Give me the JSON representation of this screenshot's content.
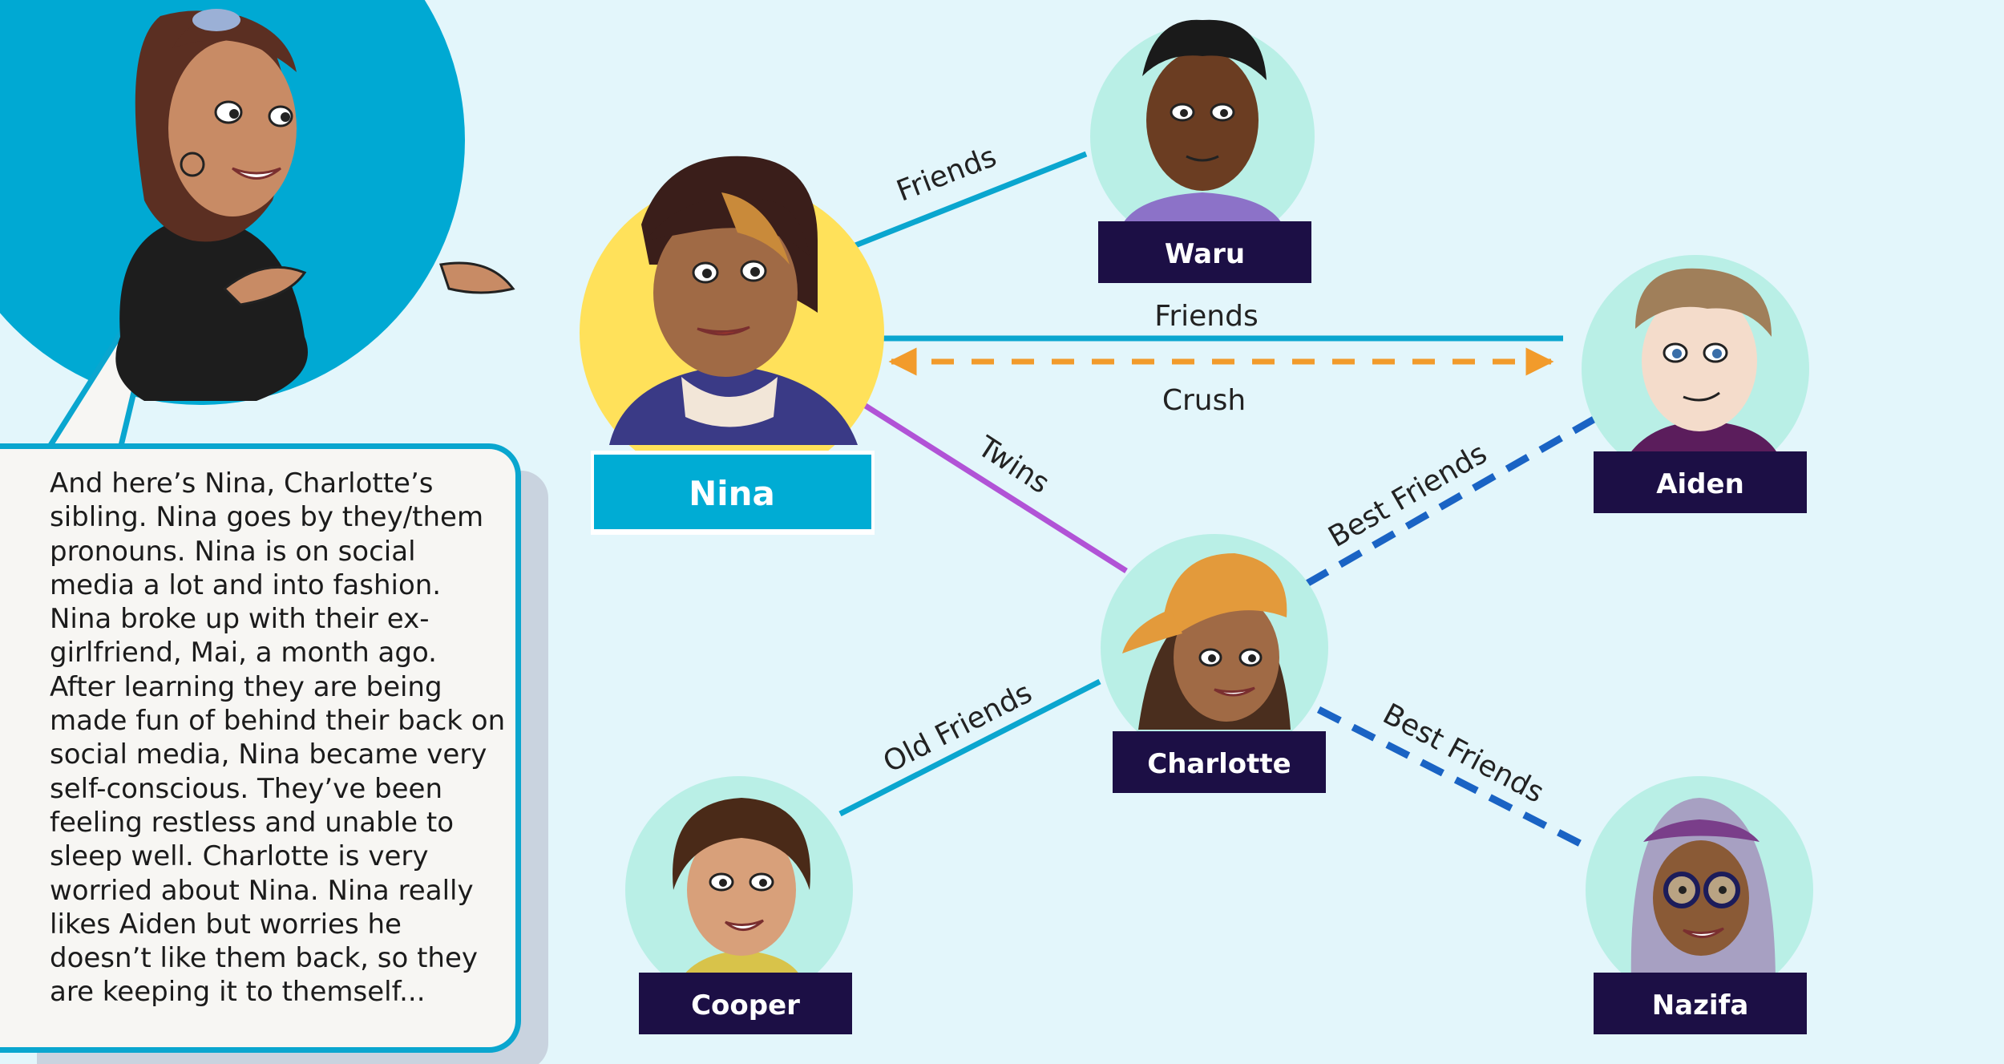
{
  "narration": "And here’s Nina, Charlotte’s sibling. Nina goes by they/them pronouns. Nina is on social media a lot and into fashion. Nina broke up with their ex-girlfriend, Mai, a month ago. After learning they are being made fun of behind their back on social media, Nina became very self-conscious. They’ve been feeling restless and unable to sleep well. Charlotte is very worried about Nina. Nina really likes Aiden but worries he doesn’t like them back, so they are keeping it to themself...",
  "people": {
    "nina": "Nina",
    "waru": "Waru",
    "aiden": "Aiden",
    "charlotte": "Charlotte",
    "cooper": "Cooper",
    "nazifa": "Nazifa"
  },
  "relationships": {
    "nina_waru": "Friends",
    "nina_aiden": "Friends",
    "nina_aiden_crush": "Crush",
    "nina_charlotte": "Twins",
    "charlotte_aiden": "Best Friends",
    "charlotte_cooper": "Old Friends",
    "charlotte_nazifa": "Best Friends"
  },
  "colors": {
    "background": "#e3f6fb",
    "friends_line": "#0aa6cf",
    "best_friends_line": "#1a63c4",
    "twins_line": "#b153d6",
    "crush_line": "#f29b2b",
    "nina_circle": "#ffe15a",
    "other_circle": "#b9efe6",
    "label_dark": "#1c0f45",
    "label_nina": "#00acd4"
  }
}
